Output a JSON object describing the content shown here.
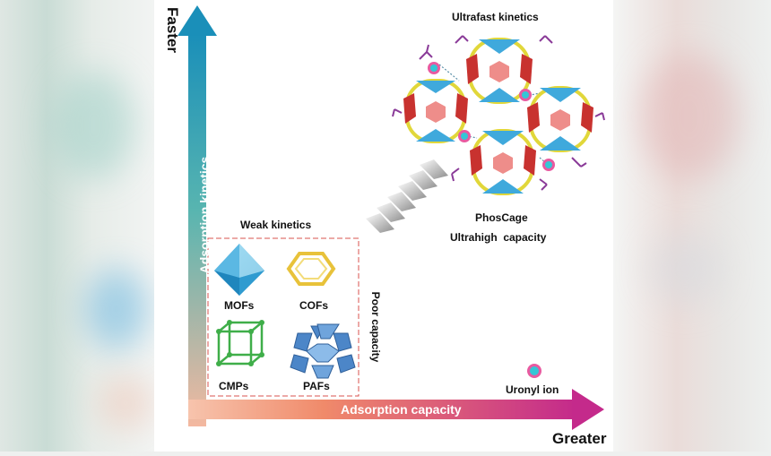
{
  "axes": {
    "y_top_label": "Faster",
    "y_axis_label": "Adsorption kinetics",
    "x_axis_label": "Adsorption capacity",
    "x_right_label": "Greater"
  },
  "weak_region": {
    "title": "Weak kinetics",
    "side_label": "Poor capacity",
    "materials": [
      "MOFs",
      "COFs",
      "CMPs",
      "PAFs"
    ]
  },
  "cage_region": {
    "title": "Ultrafast kinetics",
    "name": "PhosCage",
    "subtitle": "Ultrahigh  capacity"
  },
  "legend": {
    "uranyl": "Uronyl ion"
  },
  "colors": {
    "y_axis_top": "#1a8fb9",
    "y_axis_bottom": "#f4b8a0",
    "x_axis_left": "#f7b59a",
    "x_axis_right": "#c42a8b",
    "mof": "#3aa6d8",
    "cof": "#e8c23a",
    "cmp": "#3fae49",
    "paf": "#4c86c8",
    "dash_box": "#d9534f"
  }
}
